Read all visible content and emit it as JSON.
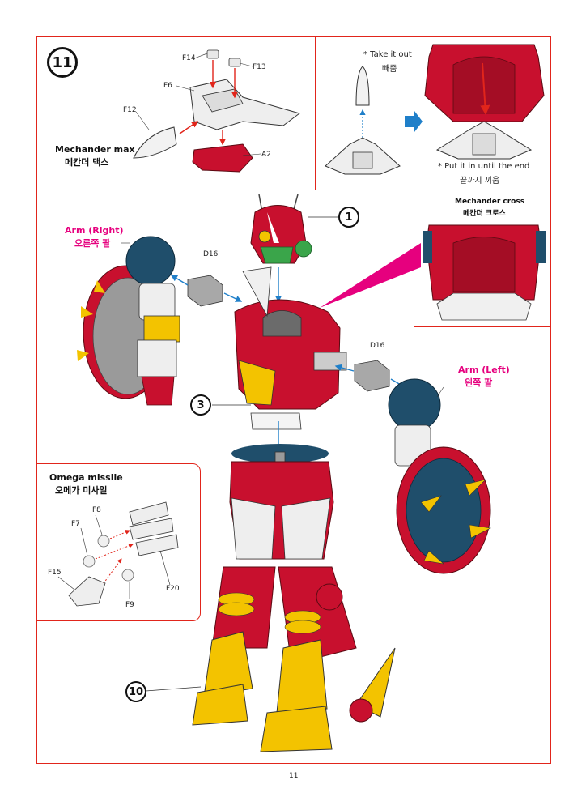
{
  "step": {
    "number": "11"
  },
  "mechander_max": {
    "en": "Mechander max",
    "ko": "메칸더 맥스"
  },
  "parts": {
    "f14": "F14",
    "f13": "F13",
    "f6": "F6",
    "f12": "F12",
    "a2": "A2",
    "d16_right": "D16",
    "d16_left": "D16",
    "f8": "F8",
    "f7": "F7",
    "f15": "F15",
    "f9": "F9",
    "f20": "F20"
  },
  "detail_top": {
    "take_out_en": "* Take it out",
    "take_out_ko": "빼줌",
    "put_in_en": "* Put it in until the end",
    "put_in_ko": "끝까지 끼움"
  },
  "mechander_cross": {
    "en": "Mechander cross",
    "ko": "메칸더 크로스"
  },
  "arm_right": {
    "en": "Arm (Right)",
    "ko": "오른쪽 팔"
  },
  "arm_left": {
    "en": "Arm (Left)",
    "ko": "왼쪽 팔"
  },
  "omega_missile": {
    "en": "Omega missile",
    "ko": "오메가 미사일"
  },
  "refs": {
    "head": "1",
    "torso": "3",
    "legs": "10"
  },
  "page_number": "11",
  "colors": {
    "frame": "#e1251b",
    "red": "#c8102e",
    "navy": "#1f4e6b",
    "yellow": "#f3c300",
    "pink": "#e6007e",
    "arrow_blue": "#1f7fc9"
  }
}
